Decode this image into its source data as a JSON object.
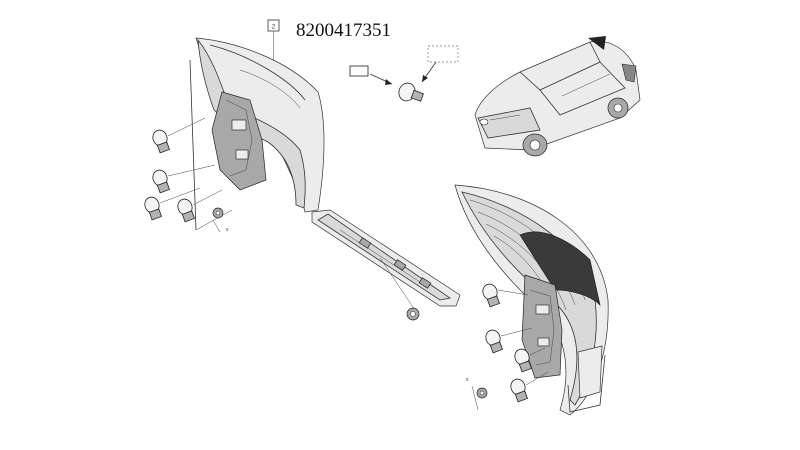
{
  "diagram": {
    "part_number": "8200417351",
    "callout_label": "2",
    "small_markers": [
      "x",
      "x"
    ]
  }
}
